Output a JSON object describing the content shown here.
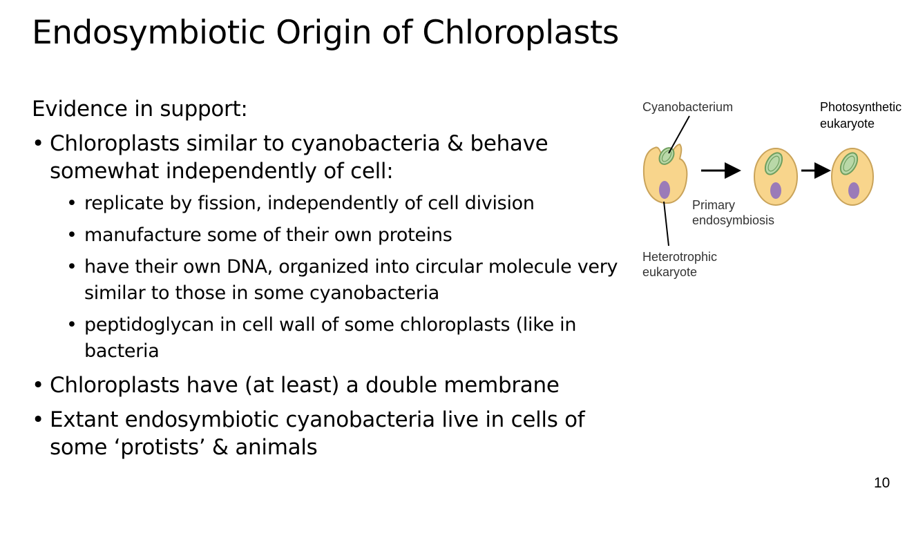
{
  "title": "Endosymbiotic Origin of Chloroplasts",
  "intro": "Evidence in support:",
  "bullets": [
    {
      "text": "Chloroplasts similar to cyanobacteria & behave somewhat independently of cell:",
      "sub": [
        "replicate by fission, independently of cell division",
        "manufacture some of their own proteins",
        "have their own DNA, organized into circular molecule very similar to those in some cyanobacteria",
        "peptidoglycan in cell wall of some chloroplasts (like in bacteria"
      ]
    },
    {
      "text": "Chloroplasts have (at least) a double membrane"
    },
    {
      "text": "Extant endosymbiotic cyanobacteria live in cells of some ‘protists’ & animals"
    }
  ],
  "diagram": {
    "labels": {
      "cyanobacterium": "Cyanobacterium",
      "photosynthetic_1": "Photosynthetic",
      "photosynthetic_2": "eukaryote",
      "primary_1": "Primary",
      "primary_2": "endosymbiosis",
      "heterotrophic_1": "Heterotrophic",
      "heterotrophic_2": "eukaryote"
    },
    "colors": {
      "cell_fill": "#f8d58c",
      "cell_stroke": "#c9a35a",
      "nucleus": "#9b7bb8",
      "chloroplast_fill": "#b9d8a8",
      "chloroplast_stroke": "#6e9e5e"
    }
  },
  "page_number": "10"
}
